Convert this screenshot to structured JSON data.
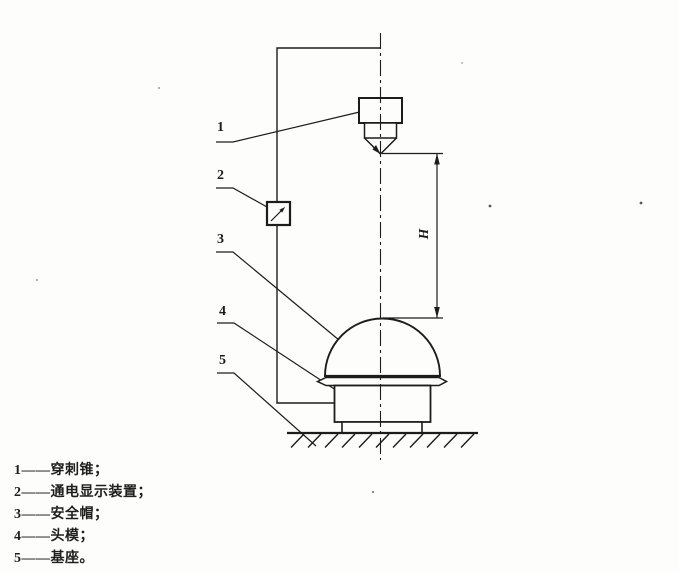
{
  "colors": {
    "ink": "#1c1c1c",
    "paper": "#fdfdfc"
  },
  "diagram": {
    "callouts": [
      "1",
      "2",
      "3",
      "4",
      "5"
    ],
    "dimension_label": "H"
  },
  "legend": {
    "items": [
      "1——穿刺锥；",
      "2——通电显示装置；",
      "3——安全帽；",
      "4——头模；",
      "5——基座。"
    ]
  }
}
